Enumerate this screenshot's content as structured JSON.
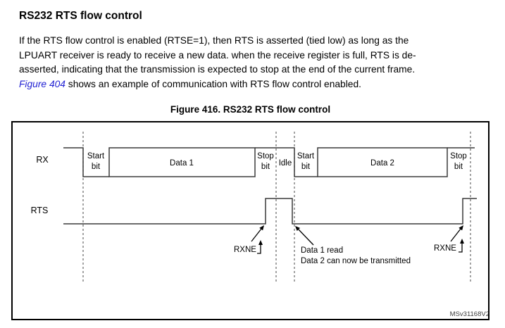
{
  "heading": {
    "text": "RS232 RTS flow control"
  },
  "body": {
    "line1": "If the RTS flow control is enabled (RTSE=1), then RTS is asserted (tied low) as long as the",
    "line2": "LPUART receiver is ready to receive a new data. when the receive register is full, RTS is de-",
    "line3": "asserted, indicating that the transmission is expected to stop at the end of the current frame.",
    "link": "Figure 404",
    "line4": " shows an example of communication with RTS flow control enabled."
  },
  "caption": {
    "text": "Figure 416. RS232 RTS flow control"
  },
  "diagram": {
    "rx_label": "RX",
    "rts_label": "RTS",
    "start_word": "Start",
    "bit_word": "bit",
    "stop_word": "Stop",
    "idle_label": "Idle",
    "data1_label": "Data 1",
    "data2_label": "Data 2",
    "rxne_label": "RXNE",
    "annotation_line1": "Data 1 read",
    "annotation_line2": "Data 2 can now be transmitted",
    "watermark": "MSv31168V2"
  },
  "colors": {
    "link_blue": "#2323d3",
    "signal_line": "#3a3a3a",
    "dashed_marker": "#666666"
  }
}
